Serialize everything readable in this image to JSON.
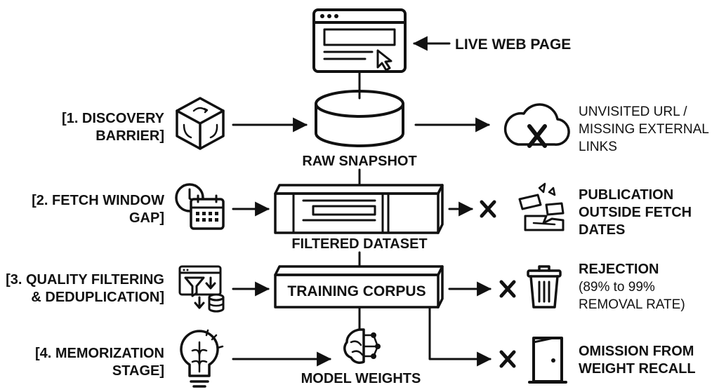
{
  "diagram": {
    "top": {
      "live_web_page": "LIVE WEB PAGE"
    },
    "nodes": {
      "raw_snapshot": "RAW SNAPSHOT",
      "filtered_dataset": "FILTERED DATASET",
      "training_corpus": "TRAINING CORPUS",
      "model_weights": "MODEL WEIGHTS"
    },
    "barriers": {
      "b1": [
        "[1. DISCOVERY",
        "BARRIER]"
      ],
      "b2": [
        "[2. FETCH WINDOW",
        "GAP]"
      ],
      "b3": [
        "[3. QUALITY FILTERING",
        "& DEDUPLICATION]"
      ],
      "b4": [
        "[4. MEMORIZATION",
        "STAGE]"
      ]
    },
    "outcomes": {
      "o1": [
        "UNVISITED URL /",
        "MISSING EXTERNAL",
        "LINKS"
      ],
      "o2": [
        "PUBLICATION",
        "OUTSIDE FETCH",
        "DATES"
      ],
      "o3_title": "REJECTION",
      "o3_detail": [
        "(89% to 99%",
        "REMOVAL RATE)"
      ],
      "o4": [
        "OMISSION FROM",
        "WEIGHT RECALL"
      ]
    },
    "icons": {
      "browser": "browser-window-icon",
      "database": "database-cylinder-icon",
      "cube": "cube-cycle-icon",
      "cloud": "cloud-x-icon",
      "clock": "clock-calendar-icon",
      "broken": "broken-blocks-icon",
      "funnel": "funnel-filter-icon",
      "trash": "trash-can-icon",
      "brain_bulb": "brain-bulb-icon",
      "network_brain": "network-brain-icon",
      "door": "door-icon",
      "x_mark": "x-mark-icon"
    }
  }
}
